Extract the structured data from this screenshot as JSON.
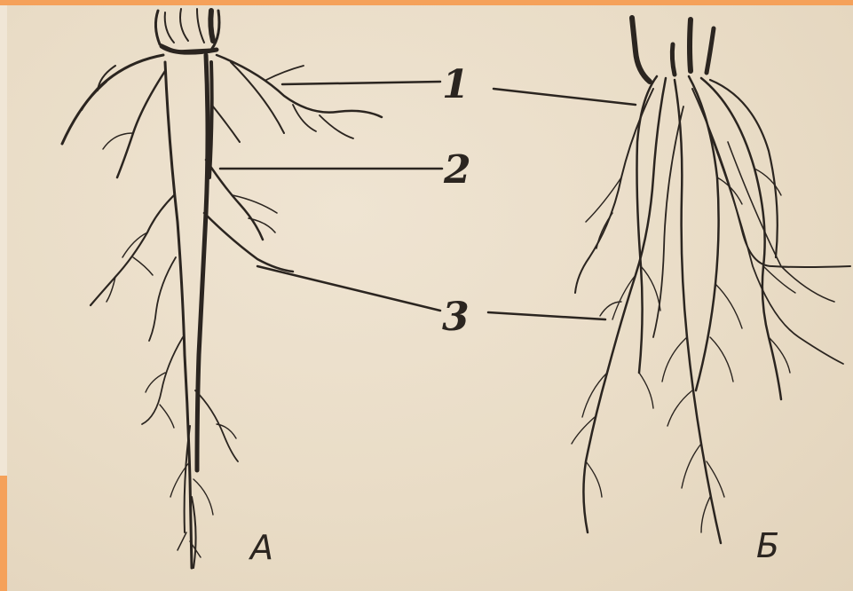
{
  "labels": {
    "part_1": "1",
    "part_2": "2",
    "part_3": "3",
    "panel_a": "А",
    "panel_b": "Б"
  },
  "colors": {
    "paper": "#ebdfcb",
    "ink": "#2b2520",
    "frame": "#f5a15a"
  }
}
